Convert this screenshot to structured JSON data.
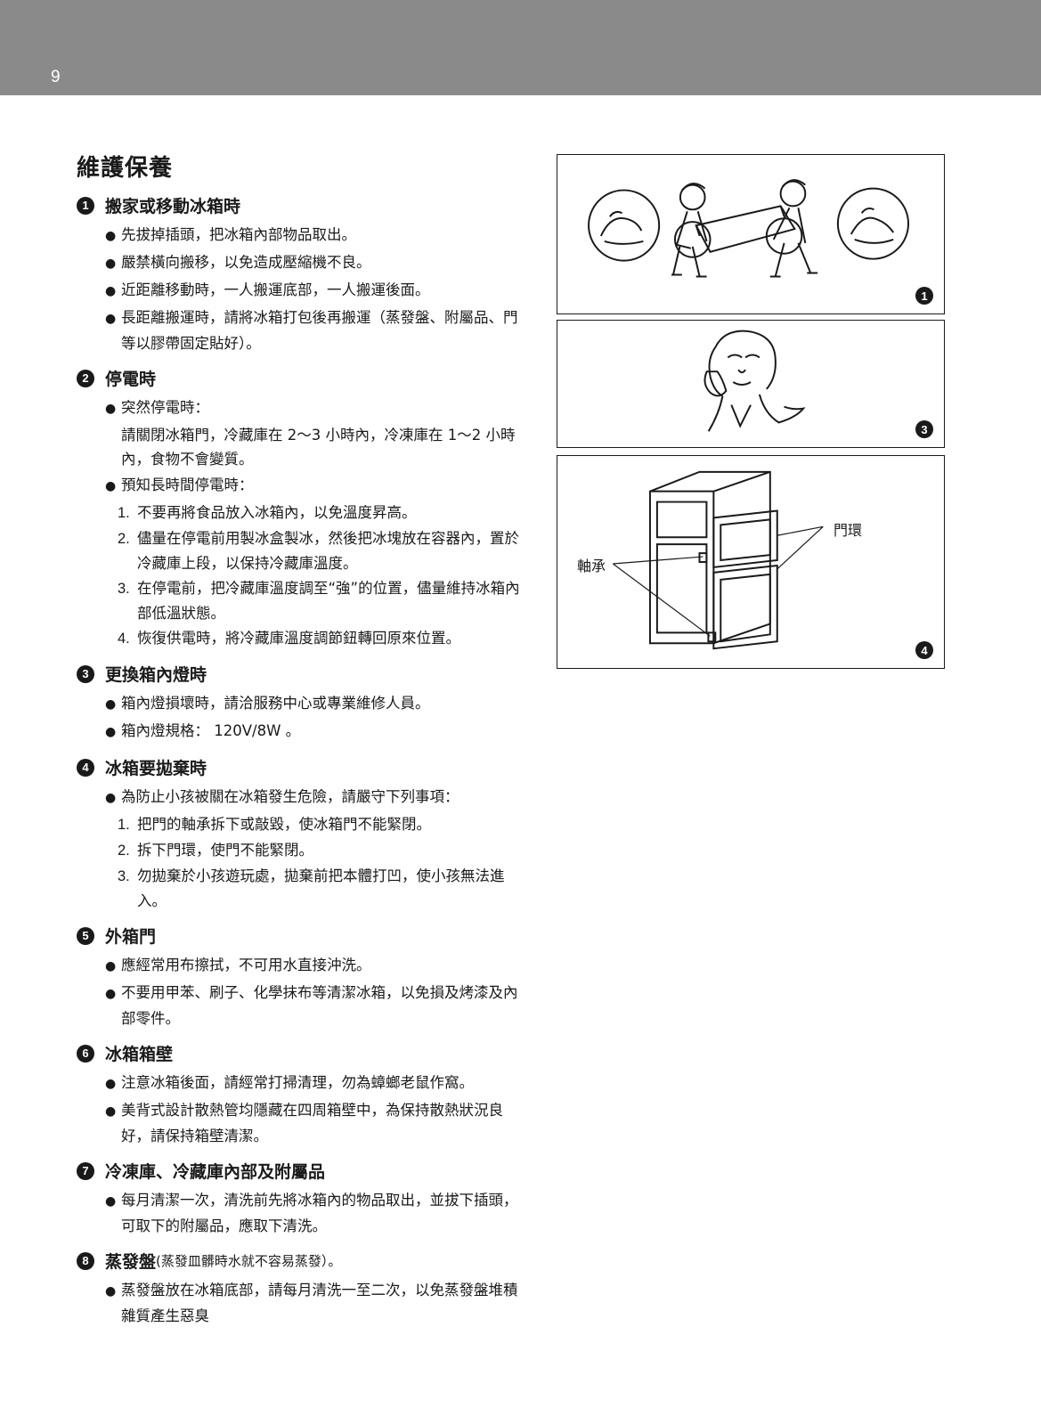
{
  "page_number": "9",
  "title": "維護保養",
  "sections": [
    {
      "num": "1",
      "heading": "搬家或移動冰箱時",
      "bullets": [
        "先拔掉插頭，把冰箱內部物品取出。",
        "嚴禁橫向搬移，以免造成壓縮機不良。",
        "近距離移動時，一人搬運底部，一人搬運後面。",
        "長距離搬運時，請將冰箱打包後再搬運（蒸發盤、附屬品、門等以膠帶固定貼好）。"
      ]
    },
    {
      "num": "2",
      "heading": "停電時",
      "sudden_label": "突然停電時：",
      "sudden_text": "請關閉冰箱門，冷藏庫在 2～3 小時內，冷凍庫在 1～2 小時內，食物不會變質。",
      "planned_label": "預知長時間停電時：",
      "steps": [
        "不要再將食品放入冰箱內，以免溫度昇高。",
        "儘量在停電前用製冰盒製冰，然後把冰塊放在容器內，置於冷藏庫上段，以保持冷藏庫溫度。",
        "在停電前，把冷藏庫溫度調至“強”的位置，儘量維持冰箱內部低溫狀態。",
        "恢復供電時，將冷藏庫溫度調節鈕轉回原來位置。"
      ]
    },
    {
      "num": "3",
      "heading": "更換箱內燈時",
      "bullets": [
        "箱內燈損壞時，請洽服務中心或專業維修人員。",
        "箱內燈規格： 120V/8W 。"
      ]
    },
    {
      "num": "4",
      "heading": "冰箱要拋棄時",
      "intro": "為防止小孩被關在冰箱發生危險，請嚴守下列事項：",
      "steps": [
        "把門的軸承拆下或敲毀，使冰箱門不能緊閉。",
        "拆下門環，使門不能緊閉。",
        "勿拋棄於小孩遊玩處，拋棄前把本體打凹，使小孩無法進入。"
      ]
    },
    {
      "num": "5",
      "heading": "外箱門",
      "bullets": [
        "應經常用布擦拭，不可用水直接沖洗。",
        "不要用甲苯、刷子、化學抹布等清潔冰箱，以免損及烤漆及內部零件。"
      ]
    },
    {
      "num": "6",
      "heading": "冰箱箱壁",
      "bullets": [
        "注意冰箱後面，請經常打掃清理，勿為蟑螂老鼠作窩。",
        "美背式設計散熱管均隱藏在四周箱壁中，為保持散熱狀況良好，請保持箱壁清潔。"
      ]
    },
    {
      "num": "7",
      "heading": "冷凍庫、冷藏庫內部及附屬品",
      "bullets": [
        "每月清潔一次，清洗前先將冰箱內的物品取出，並拔下插頭，可取下的附屬品，應取下清洗。"
      ]
    },
    {
      "num": "8",
      "heading": "蒸發盤",
      "note": "(蒸發皿髒時水就不容易蒸發）。",
      "bullets": [
        "蒸發盤放在冰箱底部，請每月清洗一至二次，以免蒸發盤堆積雜質產生惡臭"
      ]
    }
  ],
  "figures": {
    "moving": {
      "badge": "1"
    },
    "phone": {
      "badge": "3"
    },
    "fridge": {
      "badge": "4",
      "label_door_ring": "門環",
      "label_hinge": "軸承"
    }
  }
}
